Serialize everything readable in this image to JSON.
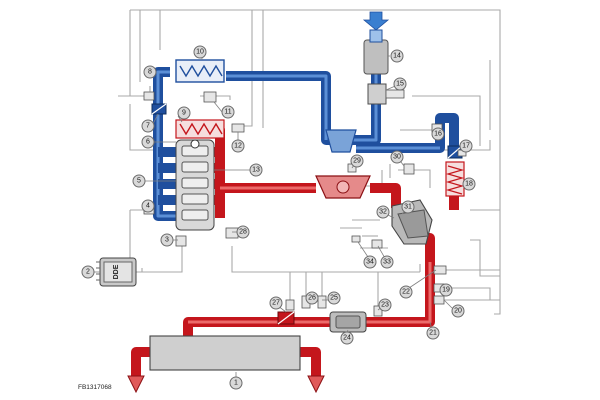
{
  "figure_code": "FB1317068",
  "dde_label": "DDE",
  "callouts": [
    "1",
    "2",
    "3",
    "4",
    "5",
    "6",
    "7",
    "8",
    "9",
    "10",
    "11",
    "12",
    "13",
    "14",
    "15",
    "16",
    "17",
    "18",
    "20",
    "19",
    "21",
    "22",
    "23",
    "24",
    "25",
    "26",
    "27",
    "28",
    "29",
    "30",
    "31",
    "32",
    "33",
    "34"
  ],
  "colors": {
    "intake_air": "#1f4f9e",
    "exhaust_gas": "#c4161c",
    "wiring": "#a9a9a9",
    "callout_fill": "#d9d9d9"
  }
}
